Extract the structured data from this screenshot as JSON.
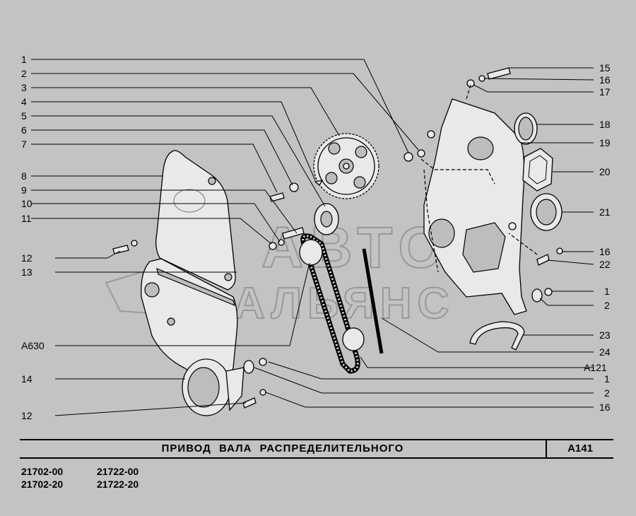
{
  "title": "ПРИВОД ВАЛА РАСПРЕДЕЛИТЕЛЬНОГО",
  "code": "А141",
  "models_left": [
    "21702-00",
    "21702-20"
  ],
  "models_right": [
    "21722-00",
    "21722-20"
  ],
  "watermark": {
    "line1": "АВТО",
    "line2": "АЛЬЯНС"
  },
  "callouts_left": [
    "1",
    "2",
    "3",
    "4",
    "5",
    "6",
    "7",
    "8",
    "9",
    "10",
    "11",
    "12",
    "13",
    "A630",
    "14",
    "12"
  ],
  "callouts_right": [
    "15",
    "16",
    "17",
    "18",
    "19",
    "20",
    "21",
    "16",
    "22",
    "1",
    "2",
    "23",
    "24",
    "A121",
    "1",
    "2",
    "16"
  ]
}
